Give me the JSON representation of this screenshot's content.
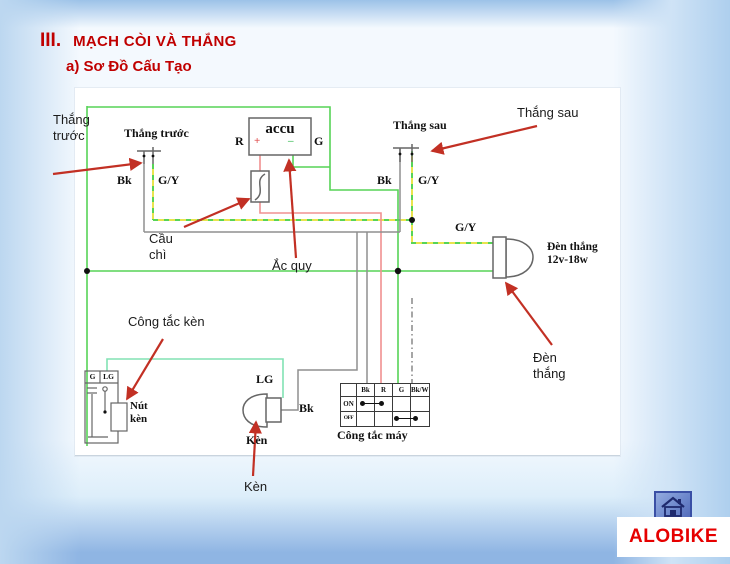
{
  "slide": {
    "heading_number": "III.",
    "heading": "MẠCH CÒI VÀ THẮNG",
    "subheading": "a) Sơ Đồ Cấu Tạo",
    "heading_color": "#c00000"
  },
  "callouts": {
    "front_brake": "Thắng\ntrước",
    "rear_brake": "Thắng sau",
    "fuse": "Cầu\nchì",
    "battery": "Ắc quy",
    "horn_switch": "Công tắc kèn",
    "brake_light": "Đèn\nthắng",
    "horn": "Kèn"
  },
  "diagram": {
    "front_brake_label": "Thắng trước",
    "rear_brake_label": "Thắng sau",
    "battery_text": "accu",
    "battery_left": "R",
    "battery_right": "G",
    "battery_plus": "+",
    "battery_minus": "–",
    "front_bk": "Bk",
    "front_gy": "G/Y",
    "rear_bk": "Bk",
    "rear_gy": "G/Y",
    "lamp_gy": "G/Y",
    "lamp_label": "Đèn thắng\n12v-18w",
    "horn_lg": "LG",
    "horn_bk": "Bk",
    "horn_label": "Kèn",
    "horn_button_label": "Nút\nkèn",
    "horn_switch_headers": [
      "G",
      "LG"
    ],
    "ignition": {
      "headers": [
        "",
        "Bk",
        "R",
        "G",
        "Bk/W"
      ],
      "rows": [
        {
          "label": "ON",
          "connects": "Bk–R"
        },
        {
          "label": "OFF",
          "connects": "G–Bk/W"
        }
      ],
      "title": "Công tắc máy"
    },
    "colors": {
      "green": "#57d457",
      "light_green": "#82e2b4",
      "yellow": "#e9e44e",
      "red": "#f09090",
      "gray": "#8f8f8f",
      "dash": "#777777",
      "component": "#666666",
      "arrow": "#c23024"
    }
  },
  "footer": {
    "brand": "ALOBIKE",
    "brand_color": "#e60000"
  }
}
